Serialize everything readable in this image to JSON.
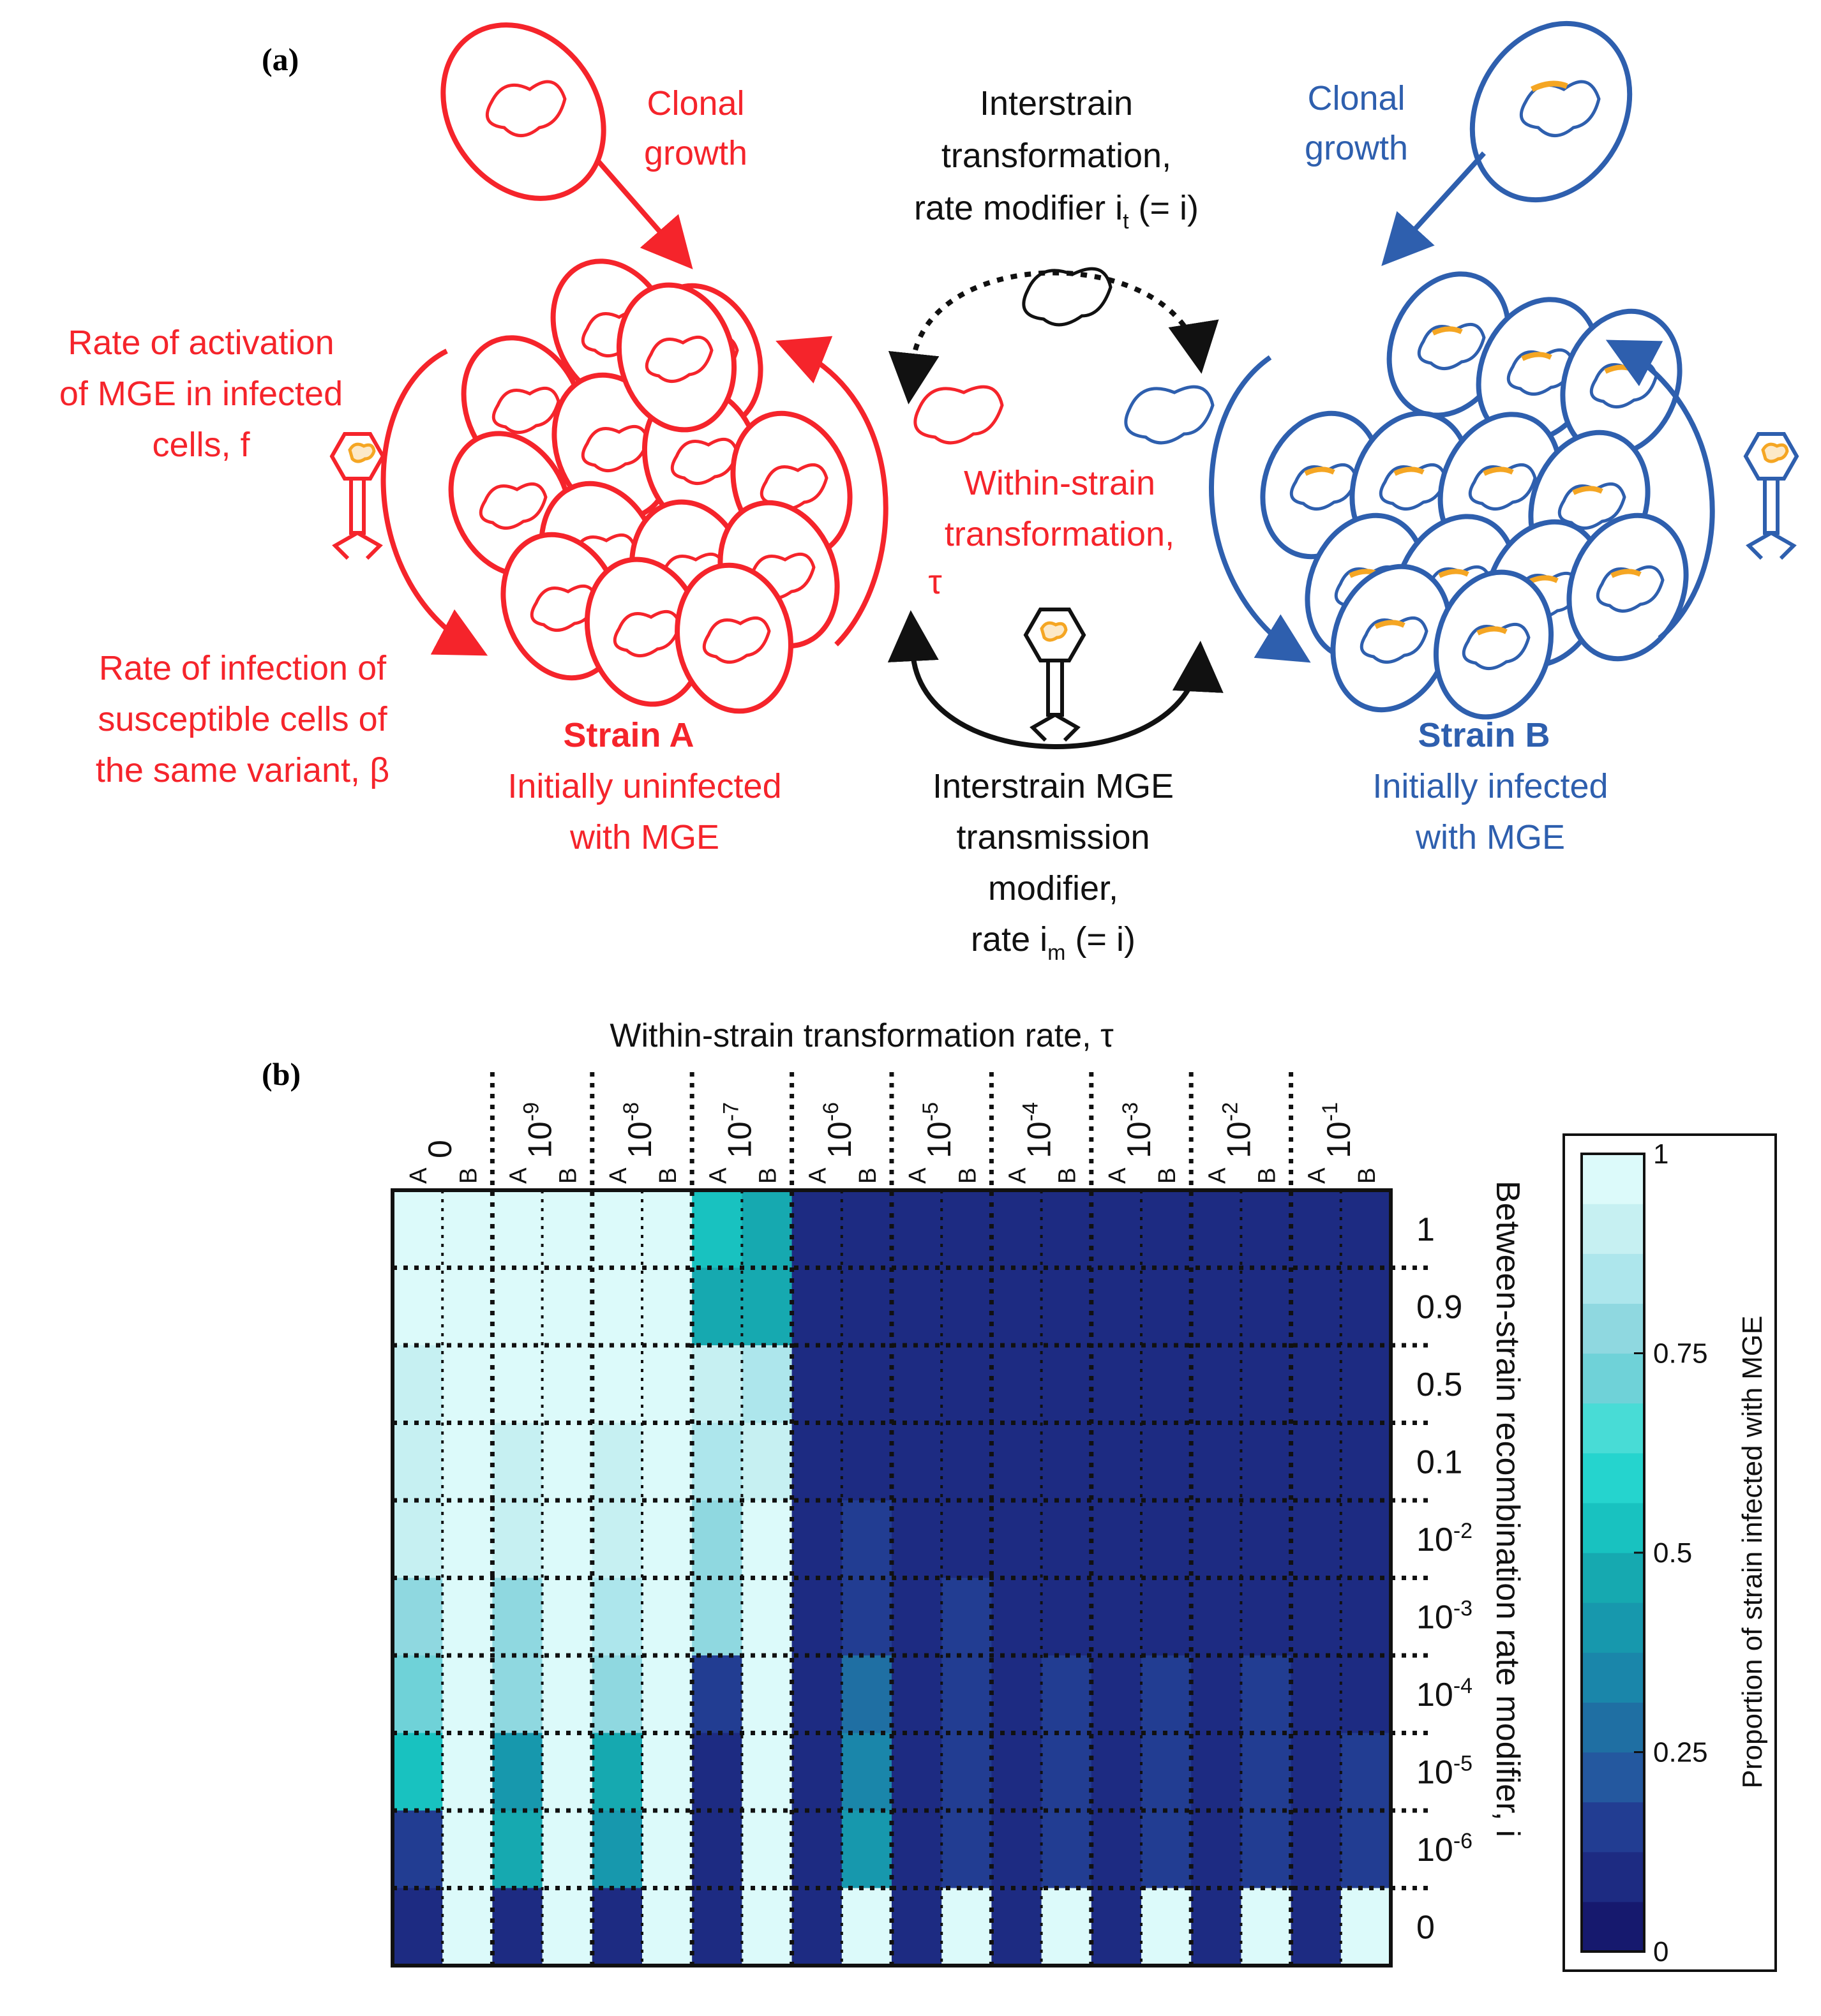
{
  "panel_a": {
    "label": "(a)",
    "strain_a": {
      "color": "#f5242b",
      "clonal_growth": [
        "Clonal",
        "growth"
      ],
      "activation": [
        "Rate of activation",
        "of MGE in infected",
        "cells, f"
      ],
      "infection": [
        "Rate of infection of",
        "susceptible cells of",
        "the same variant, β"
      ],
      "name": "Strain A",
      "status": [
        "Initially uninfected",
        "with MGE"
      ]
    },
    "strain_b": {
      "color": "#2e5fae",
      "clonal_growth": [
        "Clonal",
        "growth"
      ],
      "name": "Strain B",
      "status": [
        "Initially infected",
        "with MGE"
      ]
    },
    "interstrain_transformation": [
      "Interstrain",
      "transformation,",
      "rate modifier i",
      "t",
      " (= i)"
    ],
    "within_strain": [
      "Within-strain",
      "transformation,",
      "τ"
    ],
    "interstrain_mge": [
      "Interstrain MGE",
      "transmission",
      "modifier,",
      "rate i",
      "m",
      " (= i)"
    ],
    "mge_color": "#f5a623"
  },
  "panel_b": {
    "label": "(b)",
    "chart_data": {
      "type": "heatmap",
      "xlabel": "Within-strain transformation rate, τ",
      "ylabel": "Between-strain recombination rate modifier, i",
      "x_groups": [
        {
          "base": "0",
          "exp": ""
        },
        {
          "base": "10",
          "exp": "-9"
        },
        {
          "base": "10",
          "exp": "-8"
        },
        {
          "base": "10",
          "exp": "-7"
        },
        {
          "base": "10",
          "exp": "-6"
        },
        {
          "base": "10",
          "exp": "-5"
        },
        {
          "base": "10",
          "exp": "-4"
        },
        {
          "base": "10",
          "exp": "-3"
        },
        {
          "base": "10",
          "exp": "-2"
        },
        {
          "base": "10",
          "exp": "-1"
        }
      ],
      "x_sub": [
        "A",
        "B"
      ],
      "y_rows": [
        {
          "base": "1",
          "exp": ""
        },
        {
          "base": "0.9",
          "exp": ""
        },
        {
          "base": "0.5",
          "exp": ""
        },
        {
          "base": "0.1",
          "exp": ""
        },
        {
          "base": "10",
          "exp": "-2"
        },
        {
          "base": "10",
          "exp": "-3"
        },
        {
          "base": "10",
          "exp": "-4"
        },
        {
          "base": "10",
          "exp": "-5"
        },
        {
          "base": "10",
          "exp": "-6"
        },
        {
          "base": "0",
          "exp": ""
        }
      ],
      "values": [
        [
          0.97,
          1,
          0.98,
          1,
          0.98,
          1,
          0.55,
          0.48,
          0.05,
          0.05,
          0.04,
          0.04,
          0.04,
          0.04,
          0.04,
          0.04,
          0.04,
          0.04,
          0.04,
          0.04
        ],
        [
          0.97,
          1,
          0.98,
          1,
          0.98,
          1,
          0.45,
          0.45,
          0.05,
          0.05,
          0.04,
          0.04,
          0.04,
          0.04,
          0.04,
          0.04,
          0.04,
          0.04,
          0.04,
          0.04
        ],
        [
          0.95,
          1,
          0.97,
          1,
          0.97,
          1,
          0.9,
          0.87,
          0.05,
          0.06,
          0.04,
          0.04,
          0.04,
          0.04,
          0.04,
          0.04,
          0.04,
          0.04,
          0.04,
          0.04
        ],
        [
          0.93,
          1,
          0.95,
          1,
          0.95,
          1,
          0.88,
          0.95,
          0.05,
          0.08,
          0.04,
          0.05,
          0.04,
          0.04,
          0.04,
          0.04,
          0.04,
          0.04,
          0.04,
          0.04
        ],
        [
          0.9,
          1,
          0.9,
          1,
          0.92,
          1,
          0.82,
          1,
          0.05,
          0.1,
          0.04,
          0.07,
          0.04,
          0.05,
          0.04,
          0.04,
          0.04,
          0.05,
          0.04,
          0.04
        ],
        [
          0.82,
          1,
          0.82,
          1,
          0.85,
          1,
          0.8,
          1,
          0.05,
          0.15,
          0.05,
          0.1,
          0.05,
          0.07,
          0.04,
          0.06,
          0.04,
          0.07,
          0.04,
          0.06
        ],
        [
          0.74,
          1,
          0.77,
          1,
          0.78,
          1,
          0.1,
          1,
          0.05,
          0.28,
          0.05,
          0.15,
          0.05,
          0.1,
          0.04,
          0.1,
          0.04,
          0.1,
          0.04,
          0.08
        ],
        [
          0.5,
          1,
          0.42,
          1,
          0.45,
          1,
          0.04,
          1,
          0.05,
          0.33,
          0.05,
          0.15,
          0.05,
          0.12,
          0.04,
          0.1,
          0.04,
          0.1,
          0.04,
          0.12
        ],
        [
          0.15,
          1,
          0.45,
          1,
          0.42,
          1,
          0.04,
          1,
          0.05,
          0.42,
          0.05,
          0.16,
          0.05,
          0.16,
          0.04,
          0.12,
          0.04,
          0.12,
          0.04,
          0.12
        ],
        [
          0.04,
          1,
          0.04,
          1,
          0.04,
          1,
          0.04,
          1,
          0.04,
          1,
          0.04,
          1,
          0.04,
          1,
          0.04,
          1,
          0.04,
          1,
          0.04,
          1
        ]
      ],
      "colorbar": {
        "label": "Proportion of strain infected with MGE",
        "ticks": [
          "1",
          "0.75",
          "0.5",
          "0.25",
          "0"
        ],
        "range": [
          0,
          1
        ],
        "levels": 16,
        "colors": [
          "#16196e",
          "#1d2b82",
          "#223d92",
          "#24589f",
          "#1f6fa3",
          "#1a86aa",
          "#1798ad",
          "#16a9b0",
          "#18c2c0",
          "#25d4ce",
          "#48dcd6",
          "#6fd2d8",
          "#8fd8e0",
          "#ade6ec",
          "#c6f0f2",
          "#dcfafa"
        ]
      }
    }
  }
}
